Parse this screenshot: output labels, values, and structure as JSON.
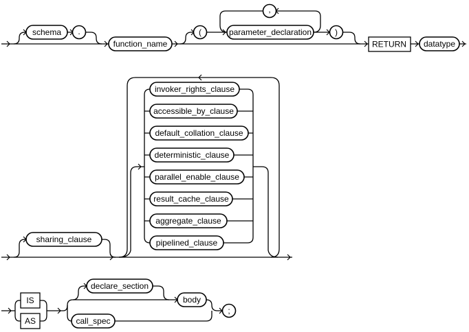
{
  "row1": {
    "schema": "schema",
    "dot": ".",
    "function_name": "function_name",
    "open_paren": "(",
    "comma": ",",
    "parameter_declaration": "parameter_declaration",
    "close_paren": ")",
    "return_kw": "RETURN",
    "datatype": "datatype"
  },
  "row2": {
    "sharing_clause": "sharing_clause",
    "clauses": [
      "invoker_rights_clause",
      "accessible_by_clause",
      "default_collation_clause",
      "deterministic_clause",
      "parallel_enable_clause",
      "result_cache_clause",
      "aggregate_clause",
      "pipelined_clause"
    ]
  },
  "row3": {
    "is_kw": "IS",
    "as_kw": "AS",
    "declare_section": "declare_section",
    "body": "body",
    "call_spec": "call_spec",
    "semicolon": ";"
  }
}
